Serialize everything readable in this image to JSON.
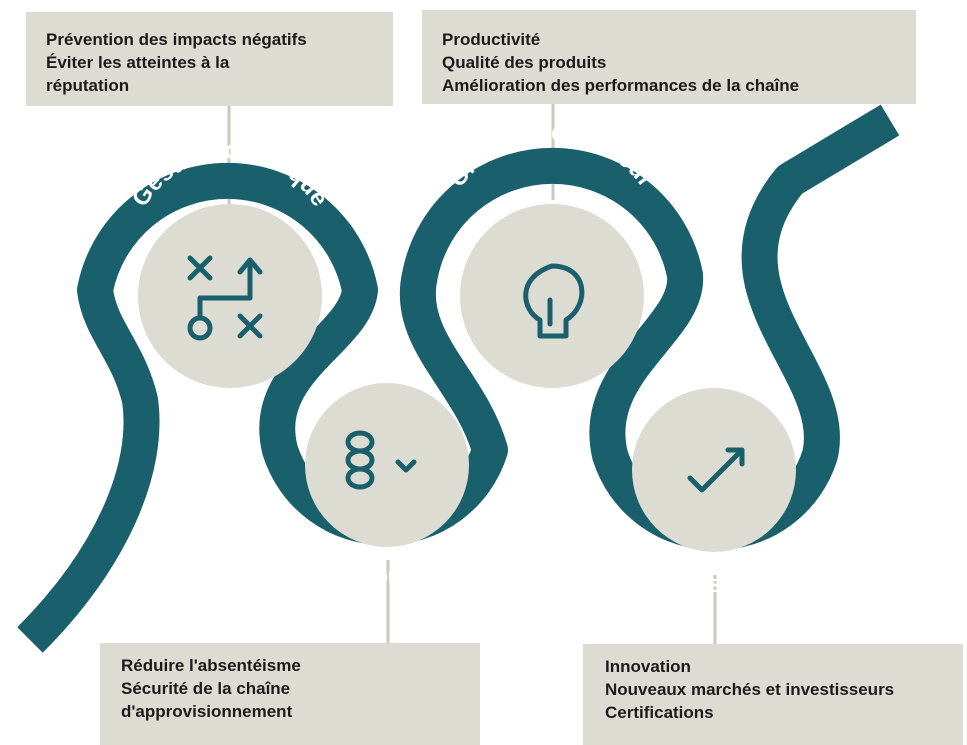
{
  "colors": {
    "band": "#19606c",
    "circle": "#dcdcd2",
    "box": "#dcdcd2",
    "icon": "#19606c",
    "label": "#ffffff",
    "connector": "#c9c9be"
  },
  "stages": [
    {
      "id": "gestion",
      "title": "Gestion de risque",
      "icon": "strategy-play-icon",
      "details": [
        "Prévention des impacts négatifs",
        "Éviter les atteintes à la",
        "réputation"
      ]
    },
    {
      "id": "reduction",
      "title": "Réduction de coût",
      "icon": "coins-down-icon",
      "details": [
        "Réduire l'absentéisme",
        "Sécurité de la chaîne",
        "d'approvisionnement"
      ]
    },
    {
      "id": "creation",
      "title": "Création de valeur",
      "icon": "lightbulb-icon",
      "details": [
        "Productivité",
        "Qualité des produits",
        "Amélioration des performances de la chaîne"
      ]
    },
    {
      "id": "croissance",
      "title": "Croissance",
      "icon": "growth-arrow-icon",
      "details": [
        "Innovation",
        "Nouveaux marchés et investisseurs",
        "Certifications"
      ]
    }
  ]
}
